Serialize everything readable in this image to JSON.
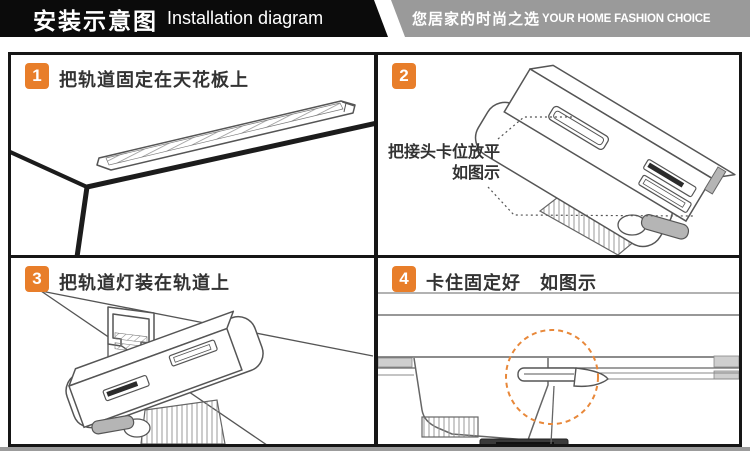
{
  "header": {
    "title_zh": "安装示意图",
    "title_en": "Installation diagram",
    "tagline_zh": "您居家的时尚之选",
    "tagline_en": "YOUR HOME FASHION CHOICE"
  },
  "steps": [
    {
      "num": "1",
      "label": "把轨道固定在天花板上",
      "illustration": "track fixed on ceiling"
    },
    {
      "num": "2",
      "label": "",
      "annotation_line1": "把接头卡位放平",
      "annotation_line2": "如图示",
      "illustration": "connector head with clip slots"
    },
    {
      "num": "3",
      "label": "把轨道灯装在轨道上",
      "illustration": "track light mounted into rail"
    },
    {
      "num": "4",
      "label": "卡住固定好　如图示",
      "illustration": "latch locked, highlighted by circle"
    }
  ],
  "colors": {
    "accent_orange": "#E87E2A",
    "highlight_circle": "#E8883A",
    "header_black": "#0B0B0B",
    "header_gray": "#9A9A9A",
    "line_art": "#555555"
  }
}
